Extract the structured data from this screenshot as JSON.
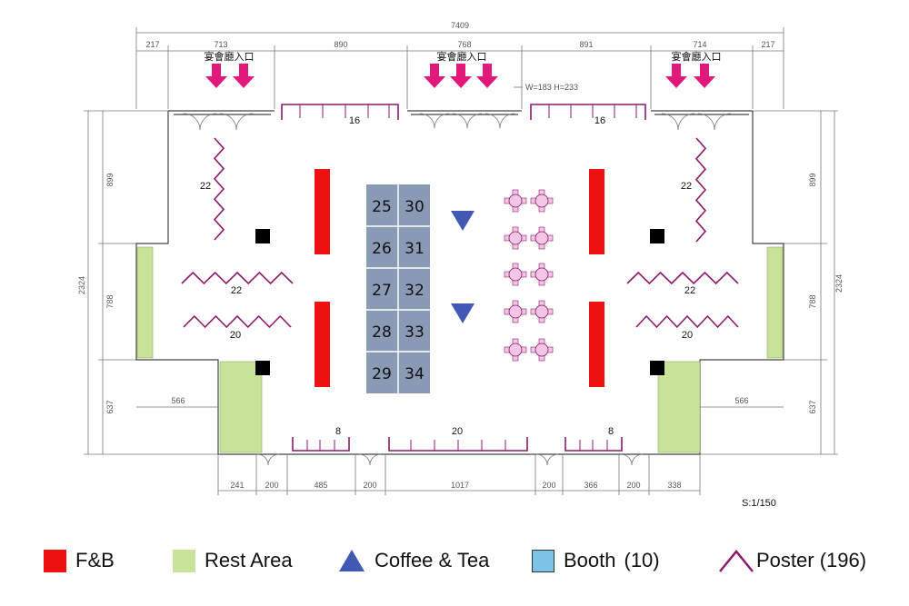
{
  "plan": {
    "top_dims": {
      "total": "7409",
      "segments": [
        "217",
        "713",
        "890",
        "768",
        "891",
        "714",
        "217"
      ]
    },
    "entrances": [
      "宴會廳入口",
      "宴會廳入口",
      "宴會廳入口"
    ],
    "note": "W=183 H=233",
    "left_dims": [
      "899",
      "788",
      "637"
    ],
    "left_total": "2324",
    "right_dims": [
      "899",
      "788",
      "637"
    ],
    "right_total": "2324",
    "side_dims": [
      "566",
      "566"
    ],
    "bottom_dims": [
      "241",
      "200",
      "485",
      "200",
      "1017",
      "200",
      "366",
      "200",
      "338"
    ],
    "scale": "S:1/150",
    "poster_counts": {
      "top_left": "16",
      "top_right": "16",
      "left_vertical": "22",
      "right_vertical": "22",
      "left_h1": "22",
      "left_h2": "20",
      "right_h1": "22",
      "right_h2": "20",
      "bottom_left": "8",
      "bottom_center": "20",
      "bottom_right": "8"
    },
    "booths": [
      "25",
      "26",
      "27",
      "28",
      "29",
      "30",
      "31",
      "32",
      "33",
      "34"
    ]
  },
  "legend": {
    "fb": "F&B",
    "rest": "Rest Area",
    "coffee": "Coffee & Tea",
    "booth": "Booth",
    "booth_count": "(10)",
    "poster": "Poster (196)"
  },
  "colors": {
    "fb": "#ee1111",
    "rest": "#c7e39a",
    "coffee": "#4159b4",
    "booth": "#8a9ab5",
    "booth_legend": "#7cc3e8",
    "poster": "#8b1a6b",
    "arrow": "#e0197a",
    "table": "#f2c6e4"
  }
}
